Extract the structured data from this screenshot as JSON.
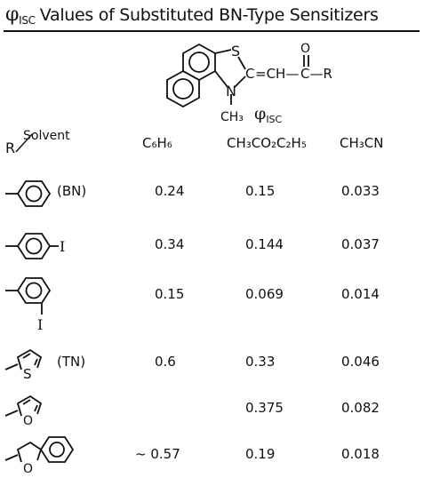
{
  "title": {
    "symbol": "φ",
    "subscript": "ISC",
    "text": "Values of Substituted BN-Type Sensitizers"
  },
  "structure": {
    "atoms": {
      "s": "S",
      "n": "N",
      "c": "C",
      "ch": "=CH—",
      "c2": "C—R",
      "o": "O",
      "ch3": "CH₃"
    }
  },
  "phi_heading": {
    "symbol": "φ",
    "subscript": "ISC"
  },
  "table": {
    "corner": {
      "row_label": "R",
      "column_label": "Solvent"
    },
    "columns": [
      "C₆H₆",
      "CH₃CO₂C₂H₅",
      "CH₃CN"
    ],
    "rows": [
      {
        "substituent": "phenyl",
        "tag": "(BN)",
        "values": [
          "0.24",
          "0.15",
          "0.033"
        ]
      },
      {
        "substituent": "4-iodophenyl",
        "tag": "",
        "values": [
          "0.34",
          "0.144",
          "0.037"
        ]
      },
      {
        "substituent": "3-iodophenyl",
        "tag": "",
        "values": [
          "0.15",
          "0.069",
          "0.014"
        ]
      },
      {
        "substituent": "2-thienyl",
        "tag": "(TN)",
        "values": [
          "0.6",
          "0.33",
          "0.046"
        ]
      },
      {
        "substituent": "2-furyl",
        "tag": "",
        "values": [
          "",
          "0.375",
          "0.082"
        ]
      },
      {
        "substituent": "2-benzofuryl",
        "tag": "",
        "values": [
          "~ 0.57",
          "0.19",
          "0.018"
        ]
      }
    ],
    "ring_labels": {
      "iodo": "I",
      "sulfur": "S",
      "oxygen": "O"
    }
  }
}
